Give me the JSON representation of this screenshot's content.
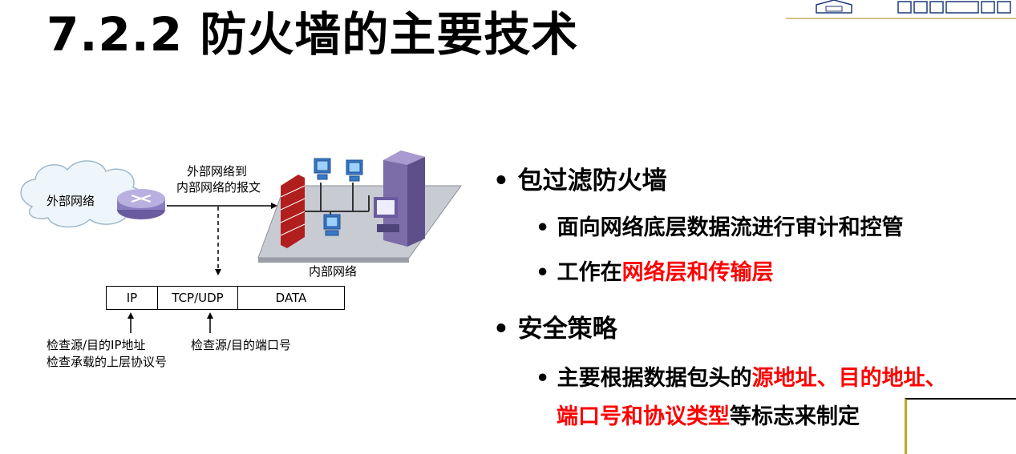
{
  "title": "7.2.2 防火墙的主要技术",
  "diagram": {
    "external_net": "外部网络",
    "packet_label_line1": "外部网络到",
    "packet_label_line2": "内部网络的报文",
    "internal_net": "内部网络",
    "header_fields": [
      "IP",
      "TCP/UDP",
      "DATA"
    ],
    "check_ip_line1": "检查源/目的IP地址",
    "check_ip_line2": "检查承载的上层协议号",
    "check_port": "检查源/目的端口号"
  },
  "bullets": {
    "packet_filter": "包过滤防火墙",
    "sub1": "面向网络底层数据流进行审计和控管",
    "sub2_prefix": "工作在",
    "sub2_red": "网络层和传输层",
    "security_policy": "安全策略",
    "sub3_prefix": "主要根据数据包头的",
    "sub3_red1": "源地址、目的地址、",
    "sub3_red2": "端口号和协议类型",
    "sub3_suffix": "等标志来制定"
  },
  "colors": {
    "highlight": "#ff0000",
    "accent": "#c9a227"
  },
  "icons": [
    "cloud-icon",
    "router-icon",
    "firewall-icon",
    "pc-icon",
    "server-icon",
    "school-logo-icon"
  ]
}
